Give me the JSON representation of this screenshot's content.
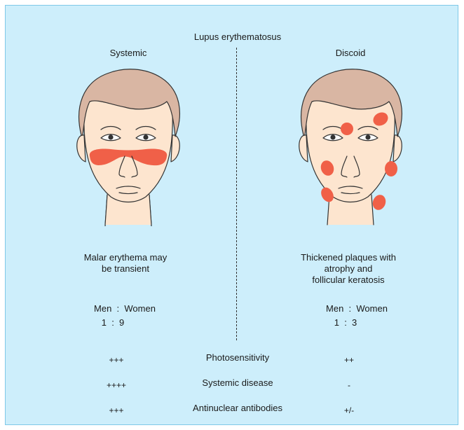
{
  "title": "Lupus erythematosus",
  "left": {
    "heading": "Systemic",
    "description": "Malar erythema may\nbe transient",
    "ratio_header": "Men  :  Women",
    "ratio_values": "1  :  9"
  },
  "right": {
    "heading": "Discoid",
    "description": "Thickened plaques with\natrophy and\nfollicular keratosis",
    "ratio_header": "Men  :  Women",
    "ratio_values": "1  :  3"
  },
  "comparison": [
    {
      "label": "Photosensitivity",
      "systemic": "+++",
      "discoid": "++"
    },
    {
      "label": "Systemic disease",
      "systemic": "++++",
      "discoid": "-"
    },
    {
      "label": "Antinuclear antibodies",
      "systemic": "+++",
      "discoid": "+/-"
    }
  ],
  "colors": {
    "background": "#cdeefb",
    "skin": "#fde5cf",
    "hair": "#d9b6a3",
    "lesion": "#f06048"
  }
}
